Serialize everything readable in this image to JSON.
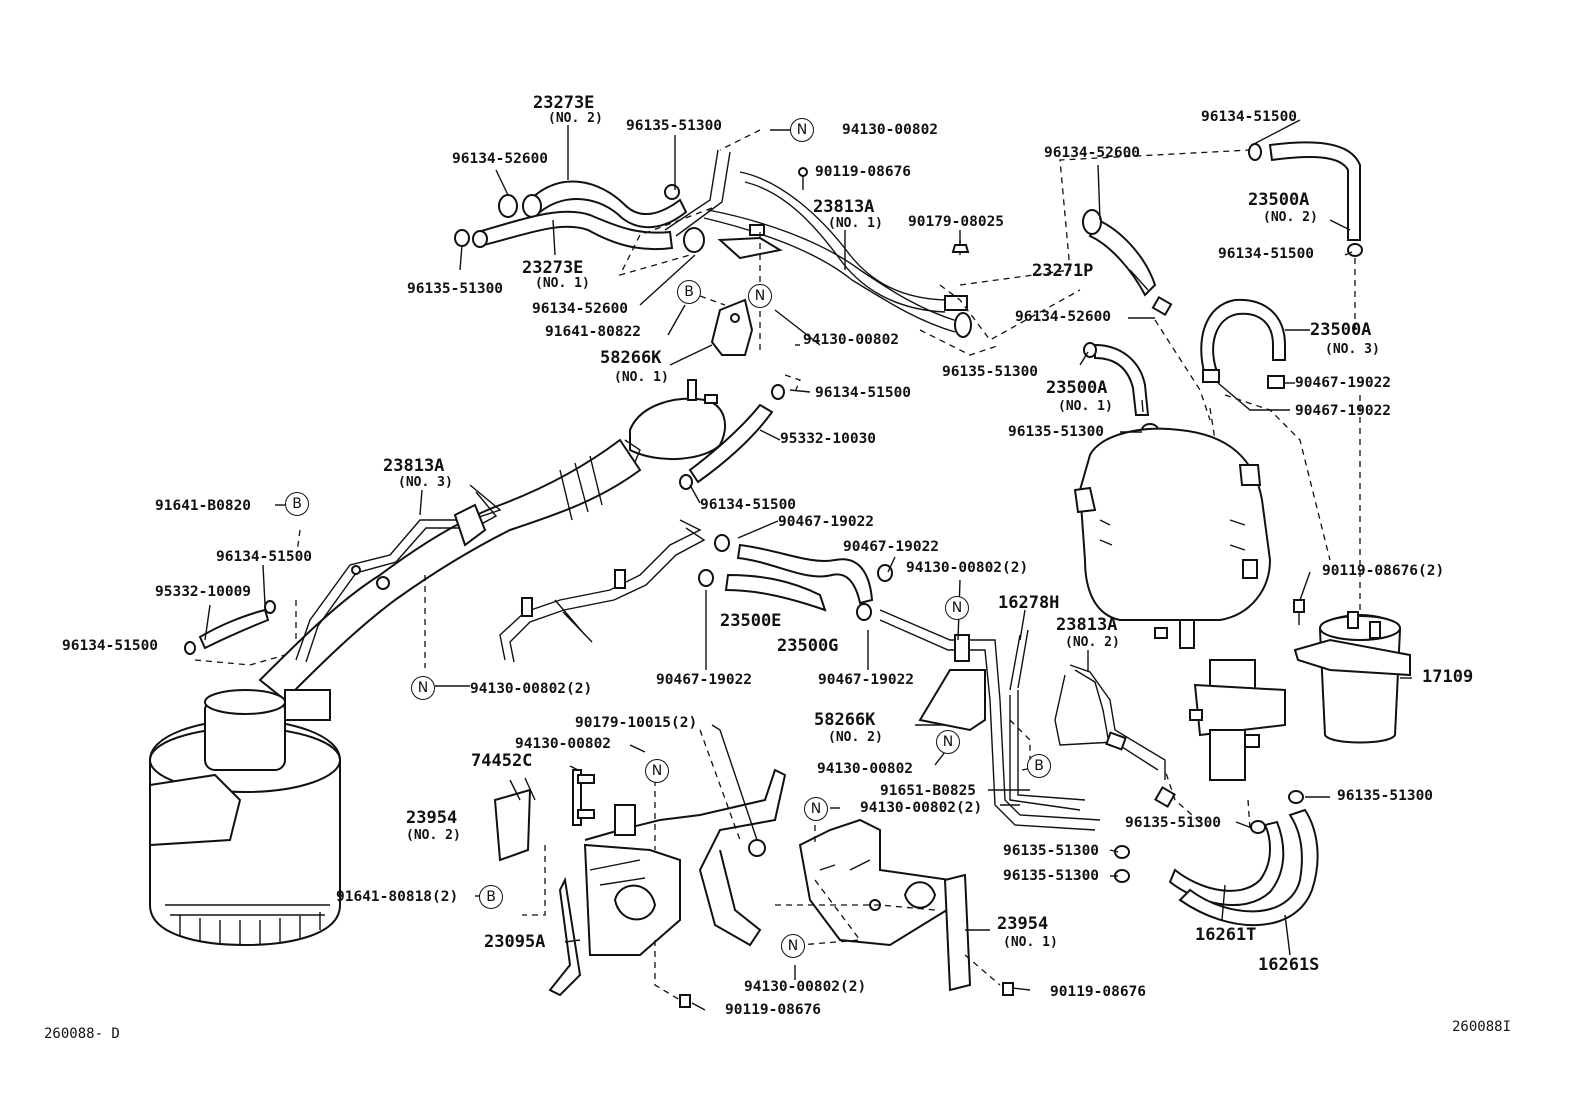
{
  "diagram": {
    "labels": [
      {
        "id": "l1",
        "text": "23273E"
      },
      {
        "id": "l1s",
        "text": "(NO. 2)"
      },
      {
        "id": "l2",
        "text": "96135-51300"
      },
      {
        "id": "l3",
        "text": "94130-00802"
      },
      {
        "id": "l4",
        "text": "96134-52600"
      },
      {
        "id": "l5",
        "text": "90119-08676"
      },
      {
        "id": "l6",
        "text": "23813A"
      },
      {
        "id": "l6s",
        "text": "(NO. 1)"
      },
      {
        "id": "l7",
        "text": "90179-08025"
      },
      {
        "id": "l8",
        "text": "23273E"
      },
      {
        "id": "l8s",
        "text": "(NO. 1)"
      },
      {
        "id": "l9",
        "text": "96135-51300"
      },
      {
        "id": "l10",
        "text": "96134-52600"
      },
      {
        "id": "l11",
        "text": "91641-80822"
      },
      {
        "id": "l12",
        "text": "94130-00802"
      },
      {
        "id": "l13",
        "text": "58266K"
      },
      {
        "id": "l13s",
        "text": "(NO. 1)"
      },
      {
        "id": "l14",
        "text": "96134-51500"
      },
      {
        "id": "l15",
        "text": "95332-10030"
      },
      {
        "id": "l16",
        "text": "96134-51500"
      },
      {
        "id": "l17",
        "text": "23813A"
      },
      {
        "id": "l17s",
        "text": "(NO. 3)"
      },
      {
        "id": "l18",
        "text": "91641-B0820"
      },
      {
        "id": "l19",
        "text": "96134-51500"
      },
      {
        "id": "l20",
        "text": "95332-10009"
      },
      {
        "id": "l21",
        "text": "96134-51500"
      },
      {
        "id": "l22",
        "text": "94130-00802(2)"
      },
      {
        "id": "l23",
        "text": "90467-19022"
      },
      {
        "id": "l24",
        "text": "90467-19022"
      },
      {
        "id": "l25",
        "text": "94130-00802(2)"
      },
      {
        "id": "l26",
        "text": "23500E"
      },
      {
        "id": "l27",
        "text": "23500G"
      },
      {
        "id": "l28",
        "text": "90467-19022"
      },
      {
        "id": "l29",
        "text": "90467-19022"
      },
      {
        "id": "l30",
        "text": "16278H"
      },
      {
        "id": "l31",
        "text": "23813A"
      },
      {
        "id": "l31s",
        "text": "(NO. 2)"
      },
      {
        "id": "l32",
        "text": "96134-51500"
      },
      {
        "id": "l33",
        "text": "23500A"
      },
      {
        "id": "l33s",
        "text": "(NO. 2)"
      },
      {
        "id": "l34",
        "text": "96134-51500"
      },
      {
        "id": "l35",
        "text": "96134-52600"
      },
      {
        "id": "l36",
        "text": "23271P"
      },
      {
        "id": "l37",
        "text": "96134-52600"
      },
      {
        "id": "l38",
        "text": "23500A"
      },
      {
        "id": "l38s",
        "text": "(NO. 3)"
      },
      {
        "id": "l39",
        "text": "96135-51300"
      },
      {
        "id": "l40",
        "text": "23500A"
      },
      {
        "id": "l40s",
        "text": "(NO. 1)"
      },
      {
        "id": "l41",
        "text": "90467-19022"
      },
      {
        "id": "l42",
        "text": "90467-19022"
      },
      {
        "id": "l43",
        "text": "96135-51300"
      },
      {
        "id": "l44",
        "text": "90119-08676(2)"
      },
      {
        "id": "l45",
        "text": "17109"
      },
      {
        "id": "l46",
        "text": "58266K"
      },
      {
        "id": "l46s",
        "text": "(NO. 2)"
      },
      {
        "id": "l47",
        "text": "90179-10015(2)"
      },
      {
        "id": "l48",
        "text": "94130-00802"
      },
      {
        "id": "l49",
        "text": "74452C"
      },
      {
        "id": "l50",
        "text": "23954"
      },
      {
        "id": "l50s",
        "text": "(NO. 2)"
      },
      {
        "id": "l51",
        "text": "94130-00802"
      },
      {
        "id": "l52",
        "text": "91651-B0825"
      },
      {
        "id": "l53",
        "text": "94130-00802(2)"
      },
      {
        "id": "l54",
        "text": "96135-51300"
      },
      {
        "id": "l55",
        "text": "96135-51300"
      },
      {
        "id": "l56",
        "text": "96135-51300"
      },
      {
        "id": "l57",
        "text": "96135-51300"
      },
      {
        "id": "l58",
        "text": "91641-80818(2)"
      },
      {
        "id": "l59",
        "text": "23954"
      },
      {
        "id": "l59s",
        "text": "(NO. 1)"
      },
      {
        "id": "l60",
        "text": "23095A"
      },
      {
        "id": "l61",
        "text": "94130-00802(2)"
      },
      {
        "id": "l62",
        "text": "90119-08676"
      },
      {
        "id": "l63",
        "text": "90119-08676"
      },
      {
        "id": "l64",
        "text": "16261T"
      },
      {
        "id": "l65",
        "text": "16261S"
      }
    ],
    "refs": [
      {
        "id": "r1",
        "text": "N"
      },
      {
        "id": "r2",
        "text": "B"
      },
      {
        "id": "r3",
        "text": "N"
      },
      {
        "id": "r4",
        "text": "B"
      },
      {
        "id": "r5",
        "text": "N"
      },
      {
        "id": "r6",
        "text": "N"
      },
      {
        "id": "r7",
        "text": "N"
      },
      {
        "id": "r8",
        "text": "N"
      },
      {
        "id": "r9",
        "text": "B"
      },
      {
        "id": "r10",
        "text": "N"
      },
      {
        "id": "r11",
        "text": "B"
      },
      {
        "id": "r12",
        "text": "N"
      }
    ],
    "corner_left": "260088- D",
    "corner_right": "260088I"
  }
}
